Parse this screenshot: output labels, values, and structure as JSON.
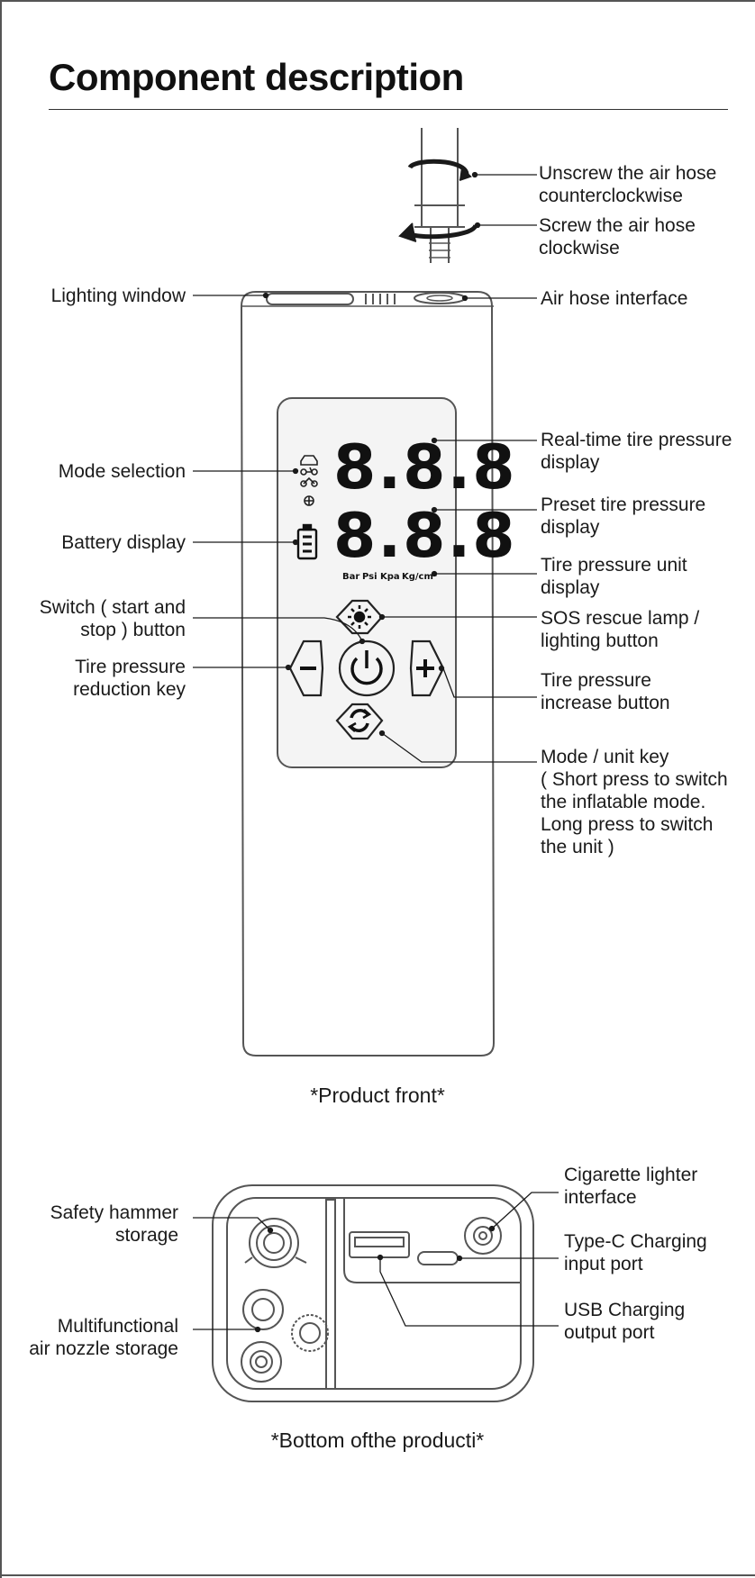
{
  "title": "Component description",
  "front": {
    "caption": "*Product front*",
    "labels": {
      "unscrew_hose": "Unscrew the air hose\ncounterclockwise",
      "screw_hose": "Screw the air hose\nclockwise",
      "lighting_window": "Lighting window",
      "air_hose_interface": "Air hose interface",
      "mode_selection": "Mode selection",
      "realtime_display": "Real-time tire pressure\ndisplay",
      "battery_display": "Battery display",
      "preset_display": "Preset tire pressure\ndisplay",
      "unit_display": "Tire pressure unit\ndisplay",
      "switch_button": "Switch ( start and\nstop ) button",
      "sos_button": "SOS rescue lamp /\nlighting button",
      "reduction_key": "Tire pressure\nreduction key",
      "increase_button": "Tire pressure\nincrease button",
      "mode_unit_key": "Mode / unit key\n( Short press to switch\nthe inflatable mode.\nLong press to switch\nthe unit )"
    },
    "lcd": {
      "digits_top": "8.8.8",
      "digits_bottom": "8.8.8",
      "units": [
        "Bar",
        "Psi",
        "Kpa",
        "Kg/cm²"
      ]
    }
  },
  "bottom": {
    "caption": "*Bottom ofthe producti*",
    "labels": {
      "cigarette_lighter": "Cigarette lighter\ninterface",
      "safety_hammer": "Safety hammer\nstorage",
      "type_c": "Type-C Charging\ninput port",
      "usb_output": "USB Charging\noutput port",
      "air_nozzle": "Multifunctional\nair nozzle storage"
    }
  },
  "colors": {
    "line": "#1a1a1a",
    "device_stroke": "#555555",
    "lcd_panel": "#f4f4f4"
  }
}
